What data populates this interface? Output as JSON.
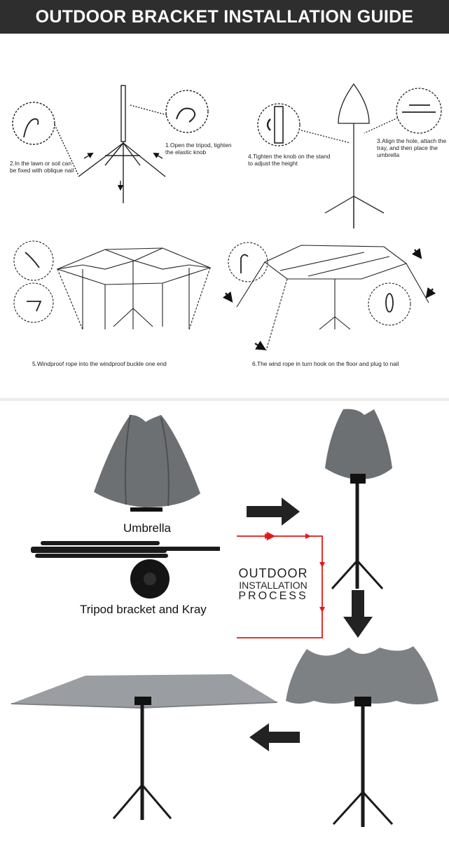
{
  "header": {
    "title": "OUTDOOR BRACKET INSTALLATION GUIDE"
  },
  "steps": {
    "step1": "1.Open the tripod, tighten the elastic knob",
    "step2": "2.In the lawn or soil can be fixed with oblique nail",
    "step3": "3.Align the hole, attach the tray, and then place the umbrella",
    "step4": "4.Tighten the knob on the stand to adjust the height",
    "step5": "5.Windproof rope into the windproof buckle one end",
    "step6": "6.The wind rope in turn hook on the floor and plug to nail"
  },
  "process": {
    "umbrella_label": "Umbrella",
    "tripod_label": "Tripod bracket and Kray",
    "title_line1": "OUTDOOR",
    "title_line2": "INSTALLATION",
    "title_line3": "PROCESS"
  },
  "colors": {
    "banner": "#2e2e2e",
    "flow_arrow": "#e0191b",
    "canopy": "#8c8f92",
    "canopy_flat": "#9a9ea2"
  }
}
